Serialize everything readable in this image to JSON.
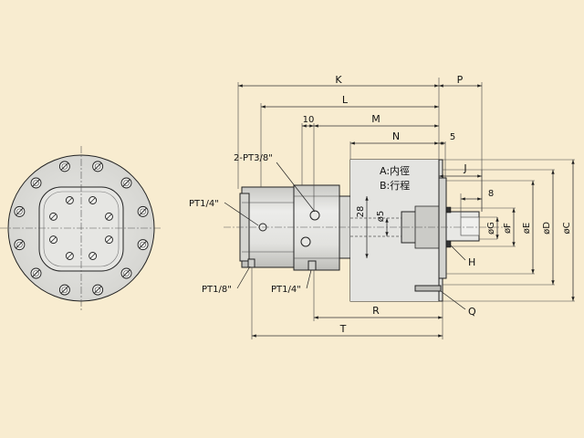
{
  "colors": {
    "background": "#f8ecd0",
    "body_fill": "#ddddd8",
    "body_fill_dark": "#c8c8c4",
    "line": "#222222"
  },
  "front_view": {
    "bolt_holes": 12,
    "tapped_holes": 8
  },
  "dimensions": {
    "K": "K",
    "P": "P",
    "L": "L",
    "ten": "10",
    "M": "M",
    "N": "N",
    "five": "5",
    "J": "J",
    "eight": "8",
    "R": "R",
    "T": "T",
    "d28": "28",
    "phi5": "ø5",
    "phiG": "øG",
    "phiF": "øF",
    "phiE": "øE",
    "phiD": "øD",
    "phiC": "øC"
  },
  "callouts": {
    "port_38": "2-PT3/8\"",
    "port_14_left": "PT1/4\"",
    "port_18": "PT1/8\"",
    "port_14_bottom": "PT1/4\"",
    "H": "H",
    "Q": "Q"
  },
  "legend": {
    "a": "A:内徑",
    "b": "B:行程"
  }
}
